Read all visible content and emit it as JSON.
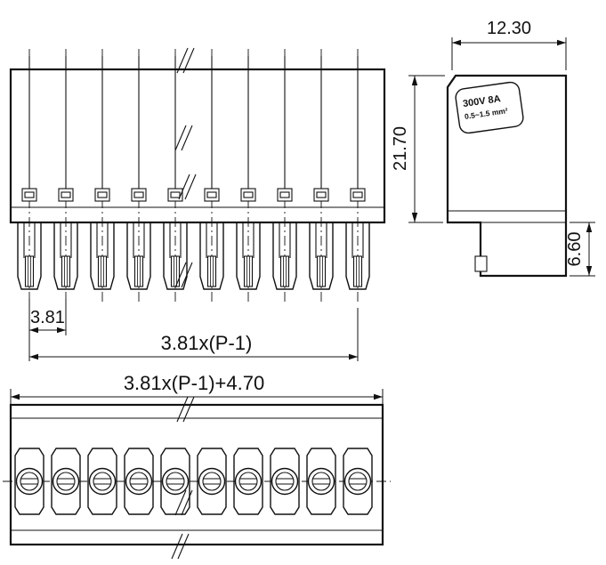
{
  "drawing": {
    "pin_positions_shown": 10,
    "front_view": {
      "dim_pitch": "3.81",
      "dim_span": "3.81x(P-1)"
    },
    "top_view": {
      "dim_overall": "3.81x(P-1)+4.70"
    },
    "side_view": {
      "dim_width": "12.30",
      "dim_height": "21.70",
      "dim_tail": "6.60",
      "label_line1": "300V 8A",
      "label_line2": "0.5~1.5 mm²"
    }
  }
}
